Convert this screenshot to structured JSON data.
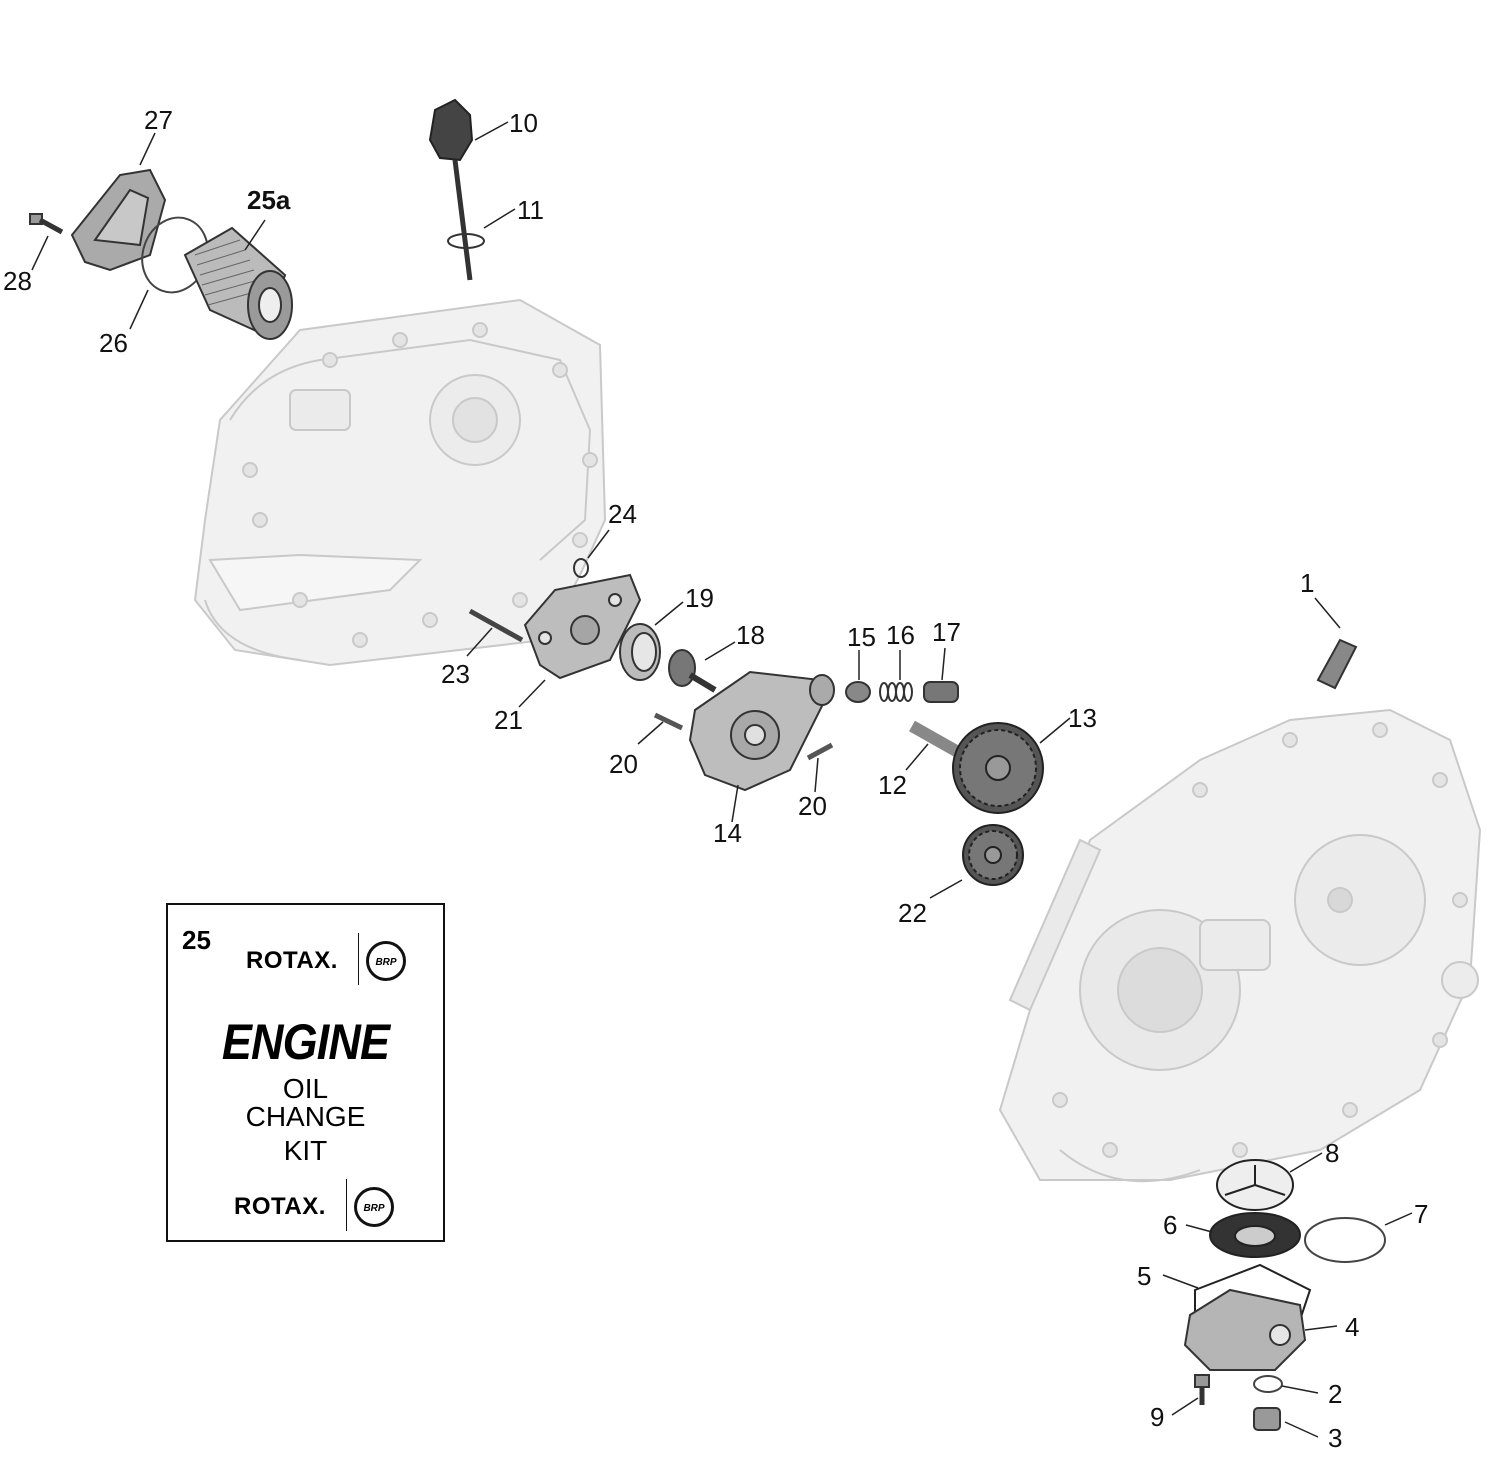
{
  "callouts": {
    "c1": "1",
    "c2": "2",
    "c3": "3",
    "c4": "4",
    "c5": "5",
    "c6": "6",
    "c7": "7",
    "c8": "8",
    "c9": "9",
    "c10": "10",
    "c11": "11",
    "c12": "12",
    "c13": "13",
    "c14": "14",
    "c15": "15",
    "c16": "16",
    "c17": "17",
    "c18": "18",
    "c19": "19",
    "c20a": "20",
    "c20b": "20",
    "c21": "21",
    "c22": "22",
    "c23": "23",
    "c24": "24",
    "c25a": "25a",
    "c26": "26",
    "c27": "27",
    "c28": "28"
  },
  "kit": {
    "number": "25",
    "brand_top": "ROTAX.",
    "badge_top": "BRP",
    "heading": "ENGINE",
    "line1": "OIL",
    "line2": "CHANGE",
    "line3": "KIT",
    "brand_bottom": "ROTAX.",
    "badge_bottom": "BRP"
  }
}
